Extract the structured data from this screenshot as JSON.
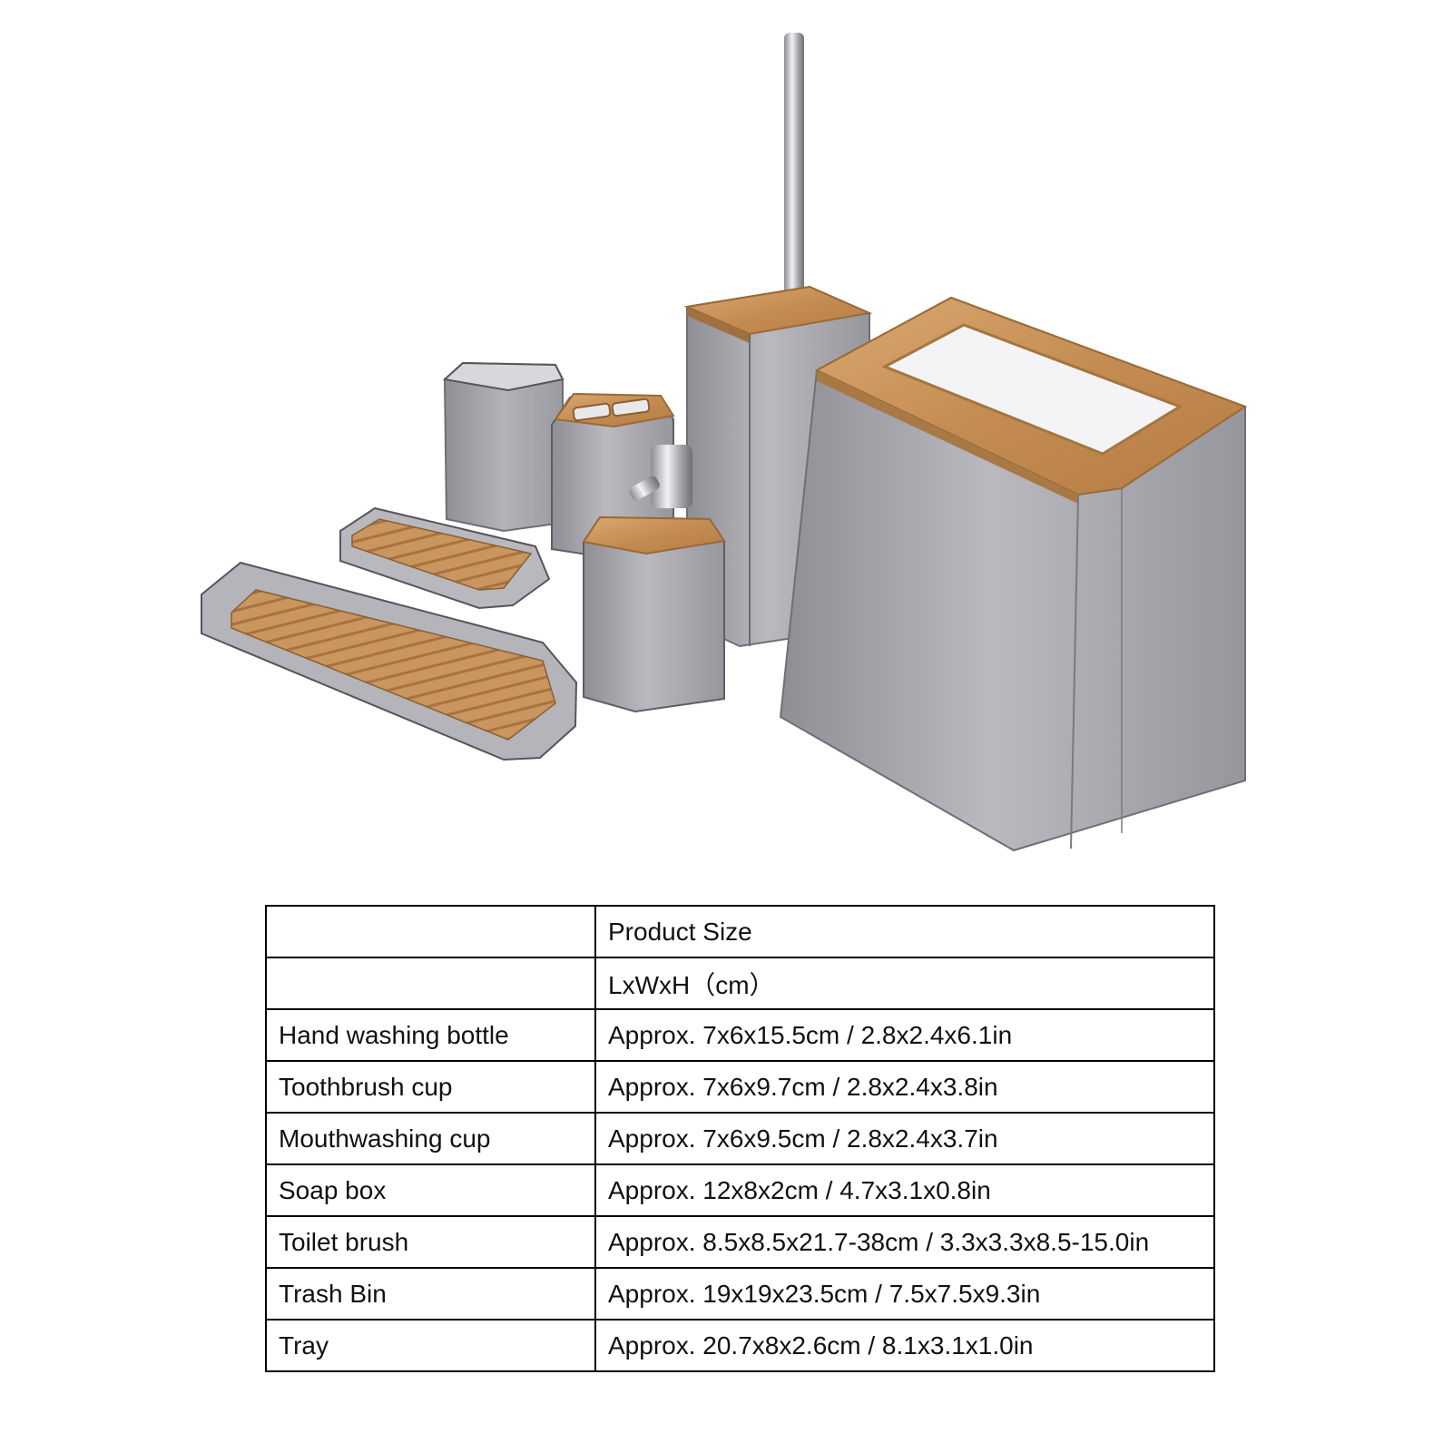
{
  "product_photo": {
    "items": [
      "trash-bin",
      "toilet-brush",
      "soap-dispenser",
      "toothbrush-holder",
      "mouthwash-cup",
      "soap-box",
      "tray"
    ],
    "colors": {
      "bamboo": "#c9965b",
      "grey_resin": "#9c9ca2",
      "chrome": "#cfcfd4"
    }
  },
  "size_table": {
    "header_row": {
      "label": "",
      "value": "Product Size"
    },
    "unit_row": {
      "label": "",
      "value": "LxWxH（cm）"
    },
    "rows": [
      {
        "label": "Hand washing bottle",
        "value": "Approx. 7x6x15.5cm / 2.8x2.4x6.1in"
      },
      {
        "label": "Toothbrush cup",
        "value": "Approx. 7x6x9.7cm / 2.8x2.4x3.8in"
      },
      {
        "label": "Mouthwashing cup",
        "value": "Approx. 7x6x9.5cm / 2.8x2.4x3.7in"
      },
      {
        "label": "Soap box",
        "value": "Approx. 12x8x2cm / 4.7x3.1x0.8in"
      },
      {
        "label": "Toilet brush",
        "value": "Approx. 8.5x8.5x21.7-38cm / 3.3x3.3x8.5-15.0in"
      },
      {
        "label": "Trash Bin",
        "value": "Approx. 19x19x23.5cm / 7.5x7.5x9.3in"
      },
      {
        "label": "Tray",
        "value": "Approx. 20.7x8x2.6cm / 8.1x3.1x1.0in"
      }
    ]
  }
}
